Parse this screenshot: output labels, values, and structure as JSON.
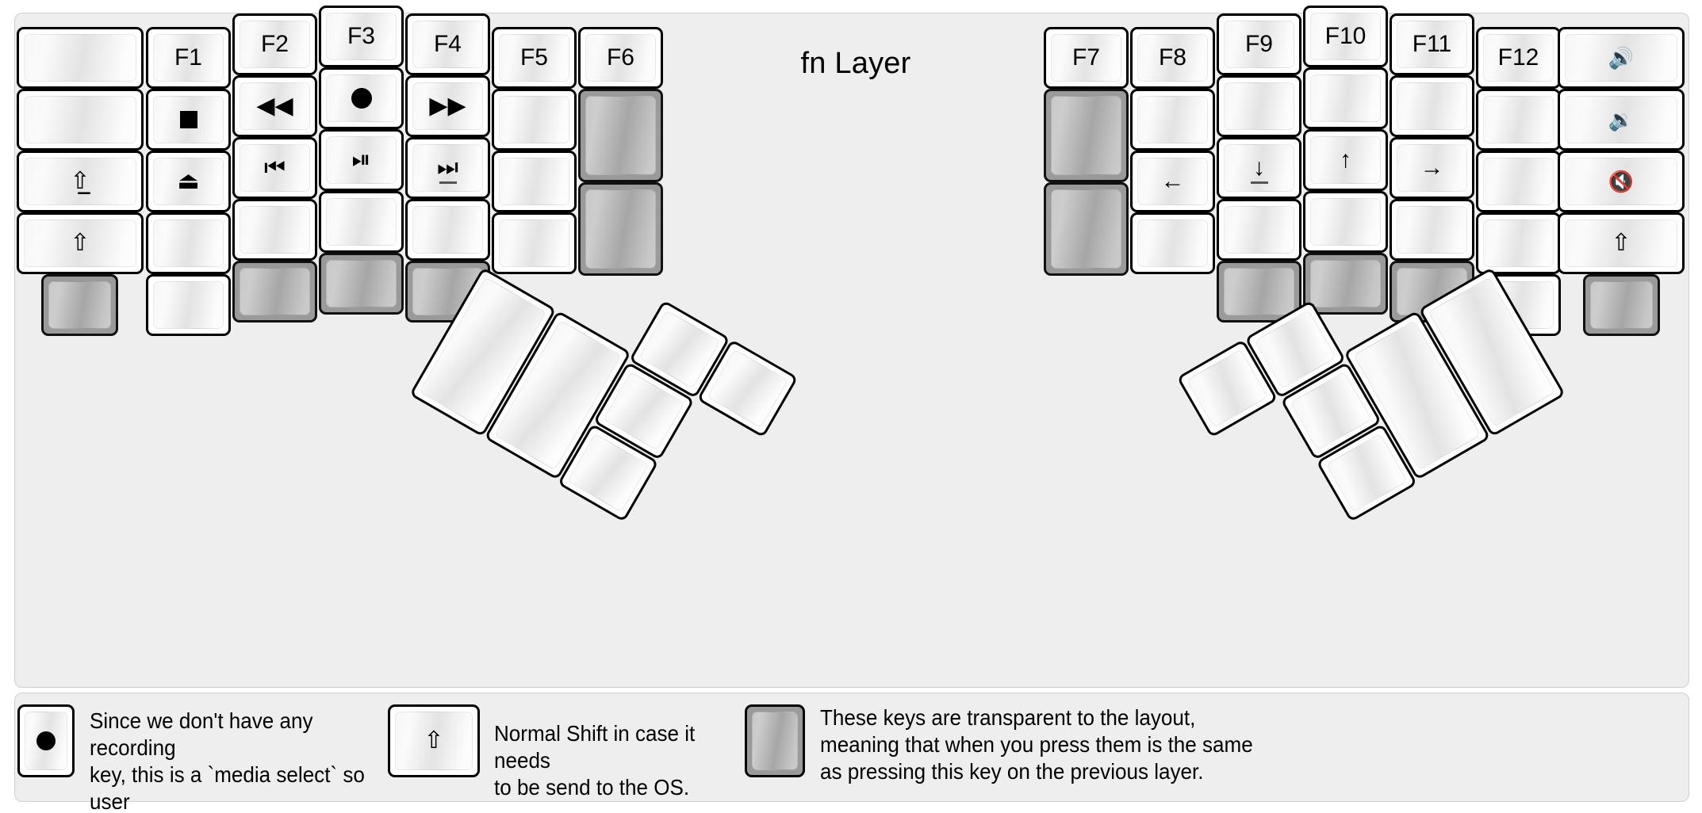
{
  "title": "fn Layer",
  "colors": {
    "background": "#eeeeee",
    "key_face": "#ffffff",
    "key_border": "#000000",
    "transparent_key": "#9a9a9a",
    "label": "#000000"
  },
  "left_half": {
    "columns": [
      {
        "name": "col-outer-left",
        "keys": [
          {
            "label": "",
            "icon": "",
            "type": "normal",
            "size": "1.5u"
          },
          {
            "label": "",
            "icon": "",
            "type": "normal",
            "size": "1.5u"
          },
          {
            "label": "",
            "icon": "shift-lock-icon",
            "type": "normal",
            "size": "1.5u"
          },
          {
            "label": "",
            "icon": "shift-icon",
            "type": "normal",
            "size": "1.5u"
          },
          {
            "label": "",
            "icon": "",
            "type": "transparent",
            "size": "1u"
          }
        ]
      },
      {
        "name": "col-f1",
        "keys": [
          {
            "label": "F1",
            "icon": "",
            "type": "normal"
          },
          {
            "label": "",
            "icon": "media-stop-icon",
            "type": "normal"
          },
          {
            "label": "",
            "icon": "media-eject-icon",
            "type": "normal"
          },
          {
            "label": "",
            "icon": "",
            "type": "normal"
          },
          {
            "label": "",
            "icon": "",
            "type": "normal"
          }
        ]
      },
      {
        "name": "col-f2",
        "keys": [
          {
            "label": "F2",
            "icon": "",
            "type": "normal"
          },
          {
            "label": "",
            "icon": "media-rewind-icon",
            "type": "normal"
          },
          {
            "label": "",
            "icon": "media-previous-icon",
            "type": "normal"
          },
          {
            "label": "",
            "icon": "",
            "type": "normal"
          },
          {
            "label": "",
            "icon": "",
            "type": "transparent"
          }
        ]
      },
      {
        "name": "col-f3",
        "keys": [
          {
            "label": "F3",
            "icon": "",
            "type": "normal"
          },
          {
            "label": "",
            "icon": "media-record-icon",
            "type": "normal"
          },
          {
            "label": "",
            "icon": "media-play-pause-icon",
            "type": "normal"
          },
          {
            "label": "",
            "icon": "",
            "type": "normal"
          },
          {
            "label": "",
            "icon": "",
            "type": "transparent"
          }
        ]
      },
      {
        "name": "col-f4",
        "keys": [
          {
            "label": "F4",
            "icon": "",
            "type": "normal"
          },
          {
            "label": "",
            "icon": "media-fast-forward-icon",
            "type": "normal"
          },
          {
            "label": "",
            "icon": "media-next-icon",
            "type": "normal",
            "underbar": true
          },
          {
            "label": "",
            "icon": "",
            "type": "normal"
          },
          {
            "label": "",
            "icon": "",
            "type": "transparent"
          }
        ]
      },
      {
        "name": "col-f5",
        "keys": [
          {
            "label": "F5",
            "icon": "",
            "type": "normal"
          },
          {
            "label": "",
            "icon": "",
            "type": "normal"
          },
          {
            "label": "",
            "icon": "",
            "type": "normal"
          },
          {
            "label": "",
            "icon": "",
            "type": "normal"
          }
        ]
      },
      {
        "name": "col-f6",
        "keys": [
          {
            "label": "F6",
            "icon": "",
            "type": "normal"
          },
          {
            "label": "",
            "icon": "",
            "type": "transparent",
            "size": "1.5u-tall"
          },
          {
            "label": "",
            "icon": "",
            "type": "transparent",
            "size": "1.5u-tall"
          }
        ]
      }
    ],
    "thumb_cluster": {
      "rotation_deg": 30,
      "keys": [
        {
          "label": "",
          "type": "normal",
          "size": "2u-tall"
        },
        {
          "label": "",
          "type": "normal",
          "size": "2u-tall"
        },
        {
          "label": "",
          "type": "normal",
          "size": "1u"
        },
        {
          "label": "",
          "type": "normal",
          "size": "1u"
        },
        {
          "label": "",
          "type": "normal",
          "size": "1u"
        },
        {
          "label": "",
          "type": "normal",
          "size": "1u"
        }
      ]
    }
  },
  "right_half": {
    "columns": [
      {
        "name": "col-f7",
        "keys": [
          {
            "label": "F7",
            "icon": "",
            "type": "normal"
          },
          {
            "label": "",
            "icon": "",
            "type": "transparent",
            "size": "1.5u-tall"
          },
          {
            "label": "",
            "icon": "",
            "type": "transparent",
            "size": "1.5u-tall"
          }
        ]
      },
      {
        "name": "col-f8",
        "keys": [
          {
            "label": "F8",
            "icon": "",
            "type": "normal"
          },
          {
            "label": "",
            "icon": "",
            "type": "normal"
          },
          {
            "label": "",
            "icon": "arrow-left-icon",
            "type": "normal"
          },
          {
            "label": "",
            "icon": "",
            "type": "normal"
          }
        ]
      },
      {
        "name": "col-f9",
        "keys": [
          {
            "label": "F9",
            "icon": "",
            "type": "normal"
          },
          {
            "label": "",
            "icon": "",
            "type": "normal"
          },
          {
            "label": "",
            "icon": "arrow-down-icon",
            "type": "normal",
            "underbar": true
          },
          {
            "label": "",
            "icon": "",
            "type": "normal"
          },
          {
            "label": "",
            "icon": "",
            "type": "transparent"
          }
        ]
      },
      {
        "name": "col-f10",
        "keys": [
          {
            "label": "F10",
            "icon": "",
            "type": "normal"
          },
          {
            "label": "",
            "icon": "",
            "type": "normal"
          },
          {
            "label": "",
            "icon": "arrow-up-icon",
            "type": "normal"
          },
          {
            "label": "",
            "icon": "",
            "type": "normal"
          },
          {
            "label": "",
            "icon": "",
            "type": "transparent"
          }
        ]
      },
      {
        "name": "col-f11",
        "keys": [
          {
            "label": "F11",
            "icon": "",
            "type": "normal"
          },
          {
            "label": "",
            "icon": "",
            "type": "normal"
          },
          {
            "label": "",
            "icon": "arrow-right-icon",
            "type": "normal"
          },
          {
            "label": "",
            "icon": "",
            "type": "normal"
          },
          {
            "label": "",
            "icon": "",
            "type": "transparent"
          }
        ]
      },
      {
        "name": "col-f12",
        "keys": [
          {
            "label": "F12",
            "icon": "",
            "type": "normal"
          },
          {
            "label": "",
            "icon": "",
            "type": "normal"
          },
          {
            "label": "",
            "icon": "",
            "type": "normal"
          },
          {
            "label": "",
            "icon": "",
            "type": "normal"
          },
          {
            "label": "",
            "icon": "",
            "type": "normal"
          }
        ]
      },
      {
        "name": "col-outer-right",
        "keys": [
          {
            "label": "",
            "icon": "volume-up-icon",
            "type": "normal",
            "size": "1.5u"
          },
          {
            "label": "",
            "icon": "volume-down-icon",
            "type": "normal",
            "size": "1.5u"
          },
          {
            "label": "",
            "icon": "volume-mute-icon",
            "type": "normal",
            "size": "1.5u"
          },
          {
            "label": "",
            "icon": "shift-icon",
            "type": "normal",
            "size": "1.5u"
          },
          {
            "label": "",
            "icon": "",
            "type": "transparent",
            "size": "1u"
          }
        ]
      }
    ],
    "thumb_cluster": {
      "rotation_deg": -30,
      "keys": [
        {
          "label": "",
          "type": "normal",
          "size": "1u"
        },
        {
          "label": "",
          "type": "normal",
          "size": "1u"
        },
        {
          "label": "",
          "type": "normal",
          "size": "1u"
        },
        {
          "label": "",
          "type": "normal",
          "size": "1u"
        },
        {
          "label": "",
          "type": "normal",
          "size": "2u-tall"
        },
        {
          "label": "",
          "type": "normal",
          "size": "2u-tall"
        }
      ]
    }
  },
  "legend": {
    "items": [
      {
        "key_icon": "media-record-icon",
        "key_type": "normal",
        "text": "Since we don't have any recording\nkey, this is a `media select` so user\ncan map it to anything else."
      },
      {
        "key_icon": "shift-icon",
        "key_type": "normal",
        "text": "Normal Shift in case it needs\nto be send to the OS."
      },
      {
        "key_icon": "",
        "key_type": "transparent",
        "text": "These keys are transparent to the layout,\nmeaning that when you press them is the same\nas pressing this key on the previous layer."
      }
    ]
  }
}
